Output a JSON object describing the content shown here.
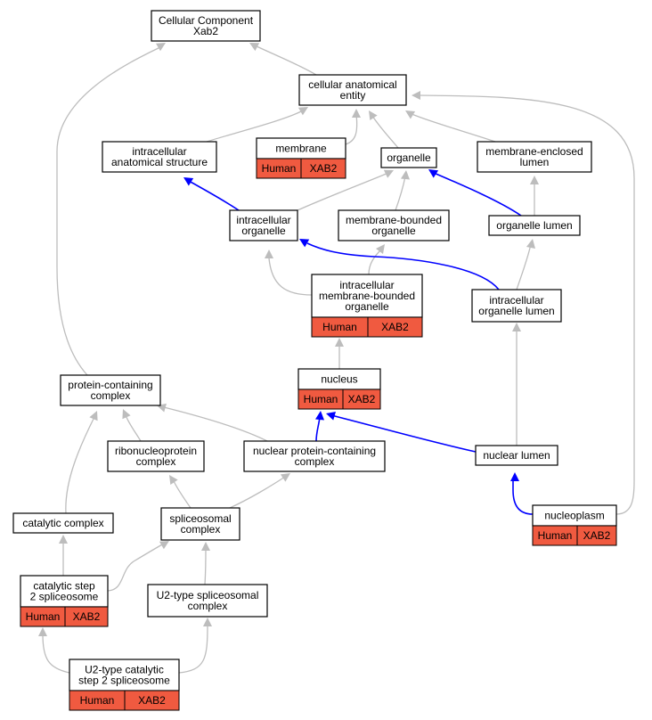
{
  "nodes": {
    "cellular_component": {
      "lines": [
        "Cellular Component",
        "Xab2"
      ]
    },
    "cellular_anatomical_entity": {
      "lines": [
        "cellular anatomical",
        "entity"
      ]
    },
    "intracellular_anatomical_structure": {
      "lines": [
        "intracellular",
        "anatomical structure"
      ]
    },
    "membrane": {
      "lines": [
        "membrane"
      ],
      "badge": [
        "Human",
        "XAB2"
      ]
    },
    "organelle": {
      "lines": [
        "organelle"
      ]
    },
    "membrane_enclosed_lumen": {
      "lines": [
        "membrane-enclosed",
        "lumen"
      ]
    },
    "intracellular_organelle": {
      "lines": [
        "intracellular",
        "organelle"
      ]
    },
    "membrane_bounded_organelle": {
      "lines": [
        "membrane-bounded",
        "organelle"
      ]
    },
    "organelle_lumen": {
      "lines": [
        "organelle lumen"
      ]
    },
    "intracellular_membrane_bounded_organelle": {
      "lines": [
        "intracellular",
        "membrane-bounded",
        "organelle"
      ],
      "badge": [
        "Human",
        "XAB2"
      ]
    },
    "intracellular_organelle_lumen": {
      "lines": [
        "intracellular",
        "organelle lumen"
      ]
    },
    "nucleus": {
      "lines": [
        "nucleus"
      ],
      "badge": [
        "Human",
        "XAB2"
      ]
    },
    "protein_containing_complex": {
      "lines": [
        "protein-containing",
        "complex"
      ]
    },
    "ribonucleoprotein_complex": {
      "lines": [
        "ribonucleoprotein",
        "complex"
      ]
    },
    "nuclear_protein_containing_complex": {
      "lines": [
        "nuclear protein-containing",
        "complex"
      ]
    },
    "nuclear_lumen": {
      "lines": [
        "nuclear lumen"
      ]
    },
    "catalytic_complex": {
      "lines": [
        "catalytic complex"
      ]
    },
    "spliceosomal_complex": {
      "lines": [
        "spliceosomal",
        "complex"
      ]
    },
    "nucleoplasm": {
      "lines": [
        "nucleoplasm"
      ],
      "badge": [
        "Human",
        "XAB2"
      ]
    },
    "catalytic_step_2_spliceosome": {
      "lines": [
        "catalytic step",
        "2 spliceosome"
      ],
      "badge": [
        "Human",
        "XAB2"
      ]
    },
    "u2_type_spliceosomal_complex": {
      "lines": [
        "U2-type spliceosomal",
        "complex"
      ]
    },
    "u2_type_catalytic_step_2_spliceosome": {
      "lines": [
        "U2-type catalytic",
        "step 2 spliceosome"
      ],
      "badge": [
        "Human",
        "XAB2"
      ]
    }
  },
  "edges": [
    {
      "from": "cellular_anatomical_entity",
      "to": "cellular_component",
      "kind": "is_a"
    },
    {
      "from": "protein_containing_complex",
      "to": "cellular_component",
      "kind": "is_a"
    },
    {
      "from": "intracellular_anatomical_structure",
      "to": "cellular_anatomical_entity",
      "kind": "is_a"
    },
    {
      "from": "membrane",
      "to": "cellular_anatomical_entity",
      "kind": "is_a"
    },
    {
      "from": "organelle",
      "to": "cellular_anatomical_entity",
      "kind": "is_a"
    },
    {
      "from": "membrane_enclosed_lumen",
      "to": "cellular_anatomical_entity",
      "kind": "is_a"
    },
    {
      "from": "nucleoplasm",
      "to": "cellular_anatomical_entity",
      "kind": "is_a"
    },
    {
      "from": "intracellular_organelle",
      "to": "intracellular_anatomical_structure",
      "kind": "part_of"
    },
    {
      "from": "intracellular_organelle",
      "to": "organelle",
      "kind": "is_a"
    },
    {
      "from": "membrane_bounded_organelle",
      "to": "organelle",
      "kind": "is_a"
    },
    {
      "from": "organelle_lumen",
      "to": "organelle",
      "kind": "part_of"
    },
    {
      "from": "organelle_lumen",
      "to": "membrane_enclosed_lumen",
      "kind": "is_a"
    },
    {
      "from": "intracellular_membrane_bounded_organelle",
      "to": "intracellular_organelle",
      "kind": "is_a"
    },
    {
      "from": "intracellular_membrane_bounded_organelle",
      "to": "membrane_bounded_organelle",
      "kind": "is_a"
    },
    {
      "from": "intracellular_organelle_lumen",
      "to": "intracellular_organelle",
      "kind": "part_of"
    },
    {
      "from": "intracellular_organelle_lumen",
      "to": "organelle_lumen",
      "kind": "is_a"
    },
    {
      "from": "nucleus",
      "to": "intracellular_membrane_bounded_organelle",
      "kind": "is_a"
    },
    {
      "from": "nuclear_lumen",
      "to": "intracellular_organelle_lumen",
      "kind": "is_a"
    },
    {
      "from": "nuclear_lumen",
      "to": "nucleus",
      "kind": "part_of"
    },
    {
      "from": "nuclear_protein_containing_complex",
      "to": "nucleus",
      "kind": "part_of"
    },
    {
      "from": "nuclear_protein_containing_complex",
      "to": "protein_containing_complex",
      "kind": "is_a"
    },
    {
      "from": "ribonucleoprotein_complex",
      "to": "protein_containing_complex",
      "kind": "is_a"
    },
    {
      "from": "catalytic_complex",
      "to": "protein_containing_complex",
      "kind": "is_a"
    },
    {
      "from": "nucleoplasm",
      "to": "nuclear_lumen",
      "kind": "part_of"
    },
    {
      "from": "spliceosomal_complex",
      "to": "ribonucleoprotein_complex",
      "kind": "is_a"
    },
    {
      "from": "spliceosomal_complex",
      "to": "nuclear_protein_containing_complex",
      "kind": "is_a"
    },
    {
      "from": "catalytic_step_2_spliceosome",
      "to": "catalytic_complex",
      "kind": "is_a"
    },
    {
      "from": "catalytic_step_2_spliceosome",
      "to": "spliceosomal_complex",
      "kind": "is_a"
    },
    {
      "from": "u2_type_spliceosomal_complex",
      "to": "spliceosomal_complex",
      "kind": "is_a"
    },
    {
      "from": "u2_type_catalytic_step_2_spliceosome",
      "to": "catalytic_step_2_spliceosome",
      "kind": "is_a"
    },
    {
      "from": "u2_type_catalytic_step_2_spliceosome",
      "to": "u2_type_spliceosomal_complex",
      "kind": "is_a"
    }
  ],
  "colors": {
    "badge_fill": "#f05a40",
    "is_a_edge": "#bdbdbd",
    "part_of_edge": "#0000ff",
    "node_border": "#000000"
  }
}
